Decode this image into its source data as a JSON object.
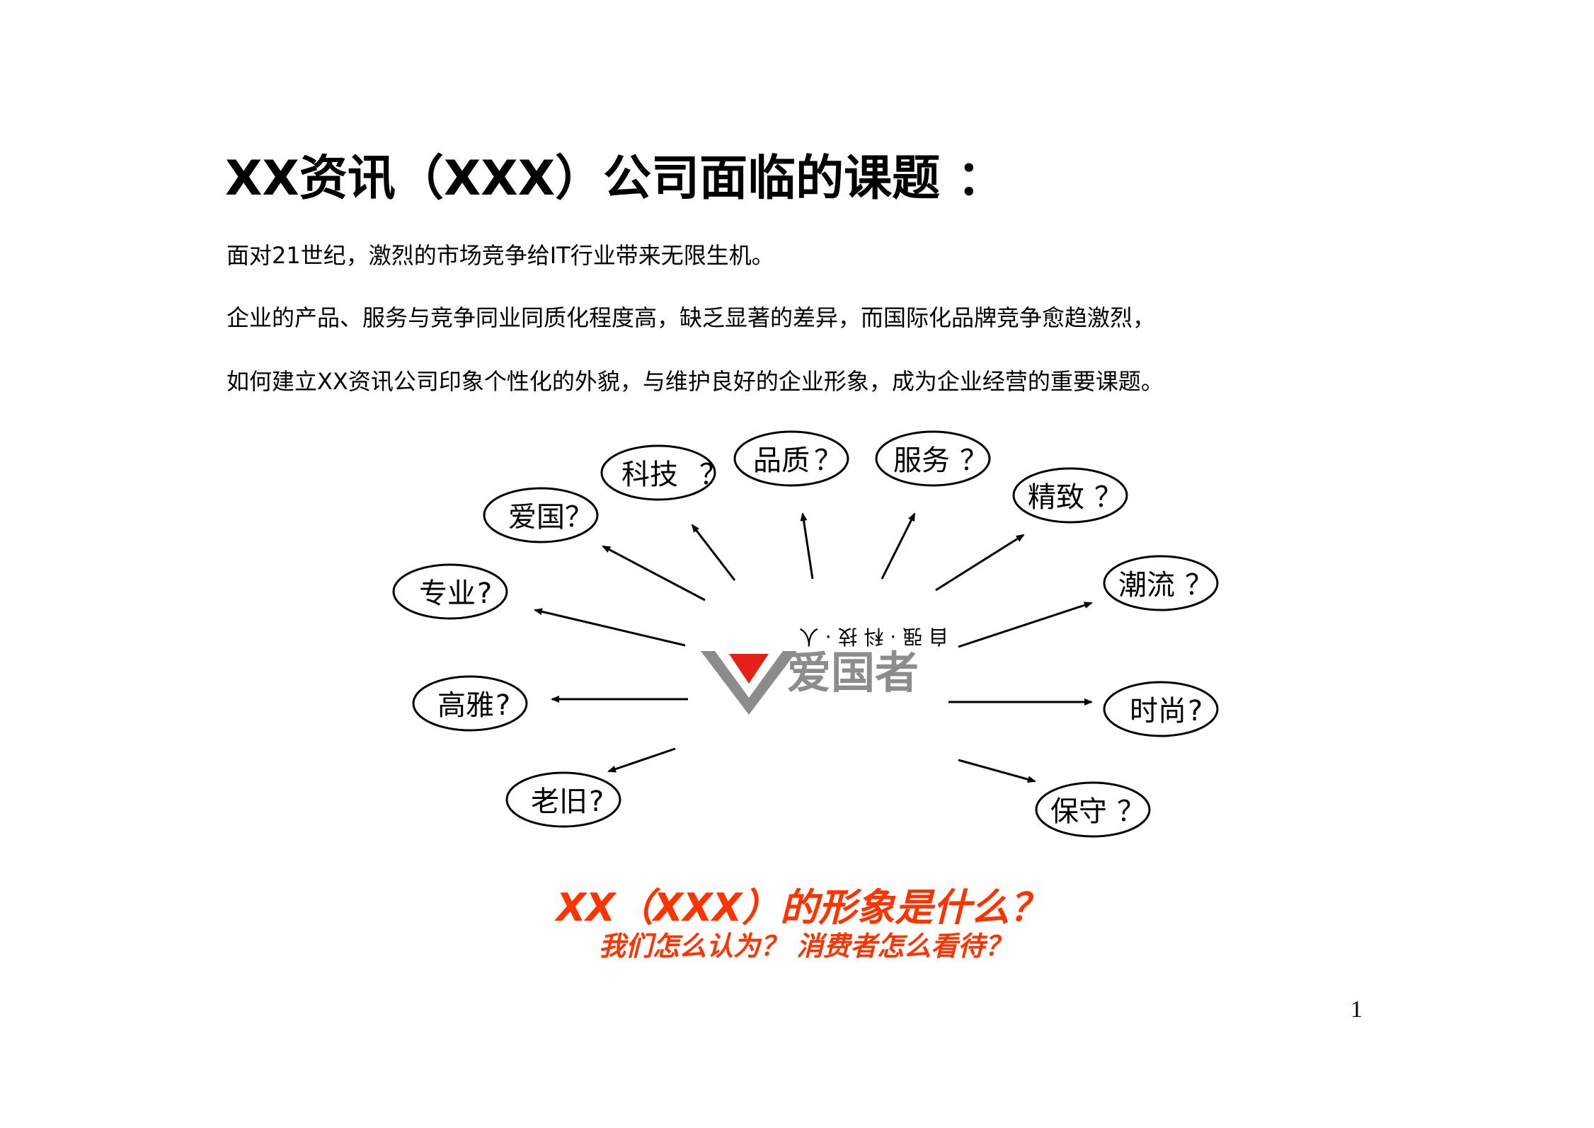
{
  "title": "XX资讯（XXX）公司面临的课题 ：",
  "paragraphs": [
    "面对21世纪，激烈的市场竞争给IT行业带来无限生机。",
    "企业的产品、服务与竞争同业同质化程度高，缺乏显著的差异，而国际化品牌竞争愈趋激烈，",
    "如何建立XX资讯公司印象个性化的外貌，与维护良好的企业形象，成为企业经营的重要课题。"
  ],
  "logo": {
    "name": "爱国者",
    "slogan": "自 强 · 科 技 · 人",
    "colors": {
      "mark_red": "#e32119",
      "mark_gray": "#8c8c8c"
    }
  },
  "bubbles": [
    {
      "label": "科技",
      "suffix": "？"
    },
    {
      "label": "品质",
      "suffix": "？"
    },
    {
      "label": "服务",
      "suffix": "？"
    },
    {
      "label": "精致",
      "suffix": "？"
    },
    {
      "label": "爱国",
      "suffix": "？"
    },
    {
      "label": "潮流",
      "suffix": "？"
    },
    {
      "label": "专业",
      "suffix": "?"
    },
    {
      "label": "高雅",
      "suffix": "?"
    },
    {
      "label": "时尚",
      "suffix": "?"
    },
    {
      "label": "老旧",
      "suffix": "?"
    },
    {
      "label": "保守",
      "suffix": "？"
    }
  ],
  "question": {
    "main": "XX（XXX）的形象是什么？",
    "sub": "我们怎么认为？ 消费者怎么看待？",
    "color": "#ff3300"
  },
  "page_number": "1"
}
